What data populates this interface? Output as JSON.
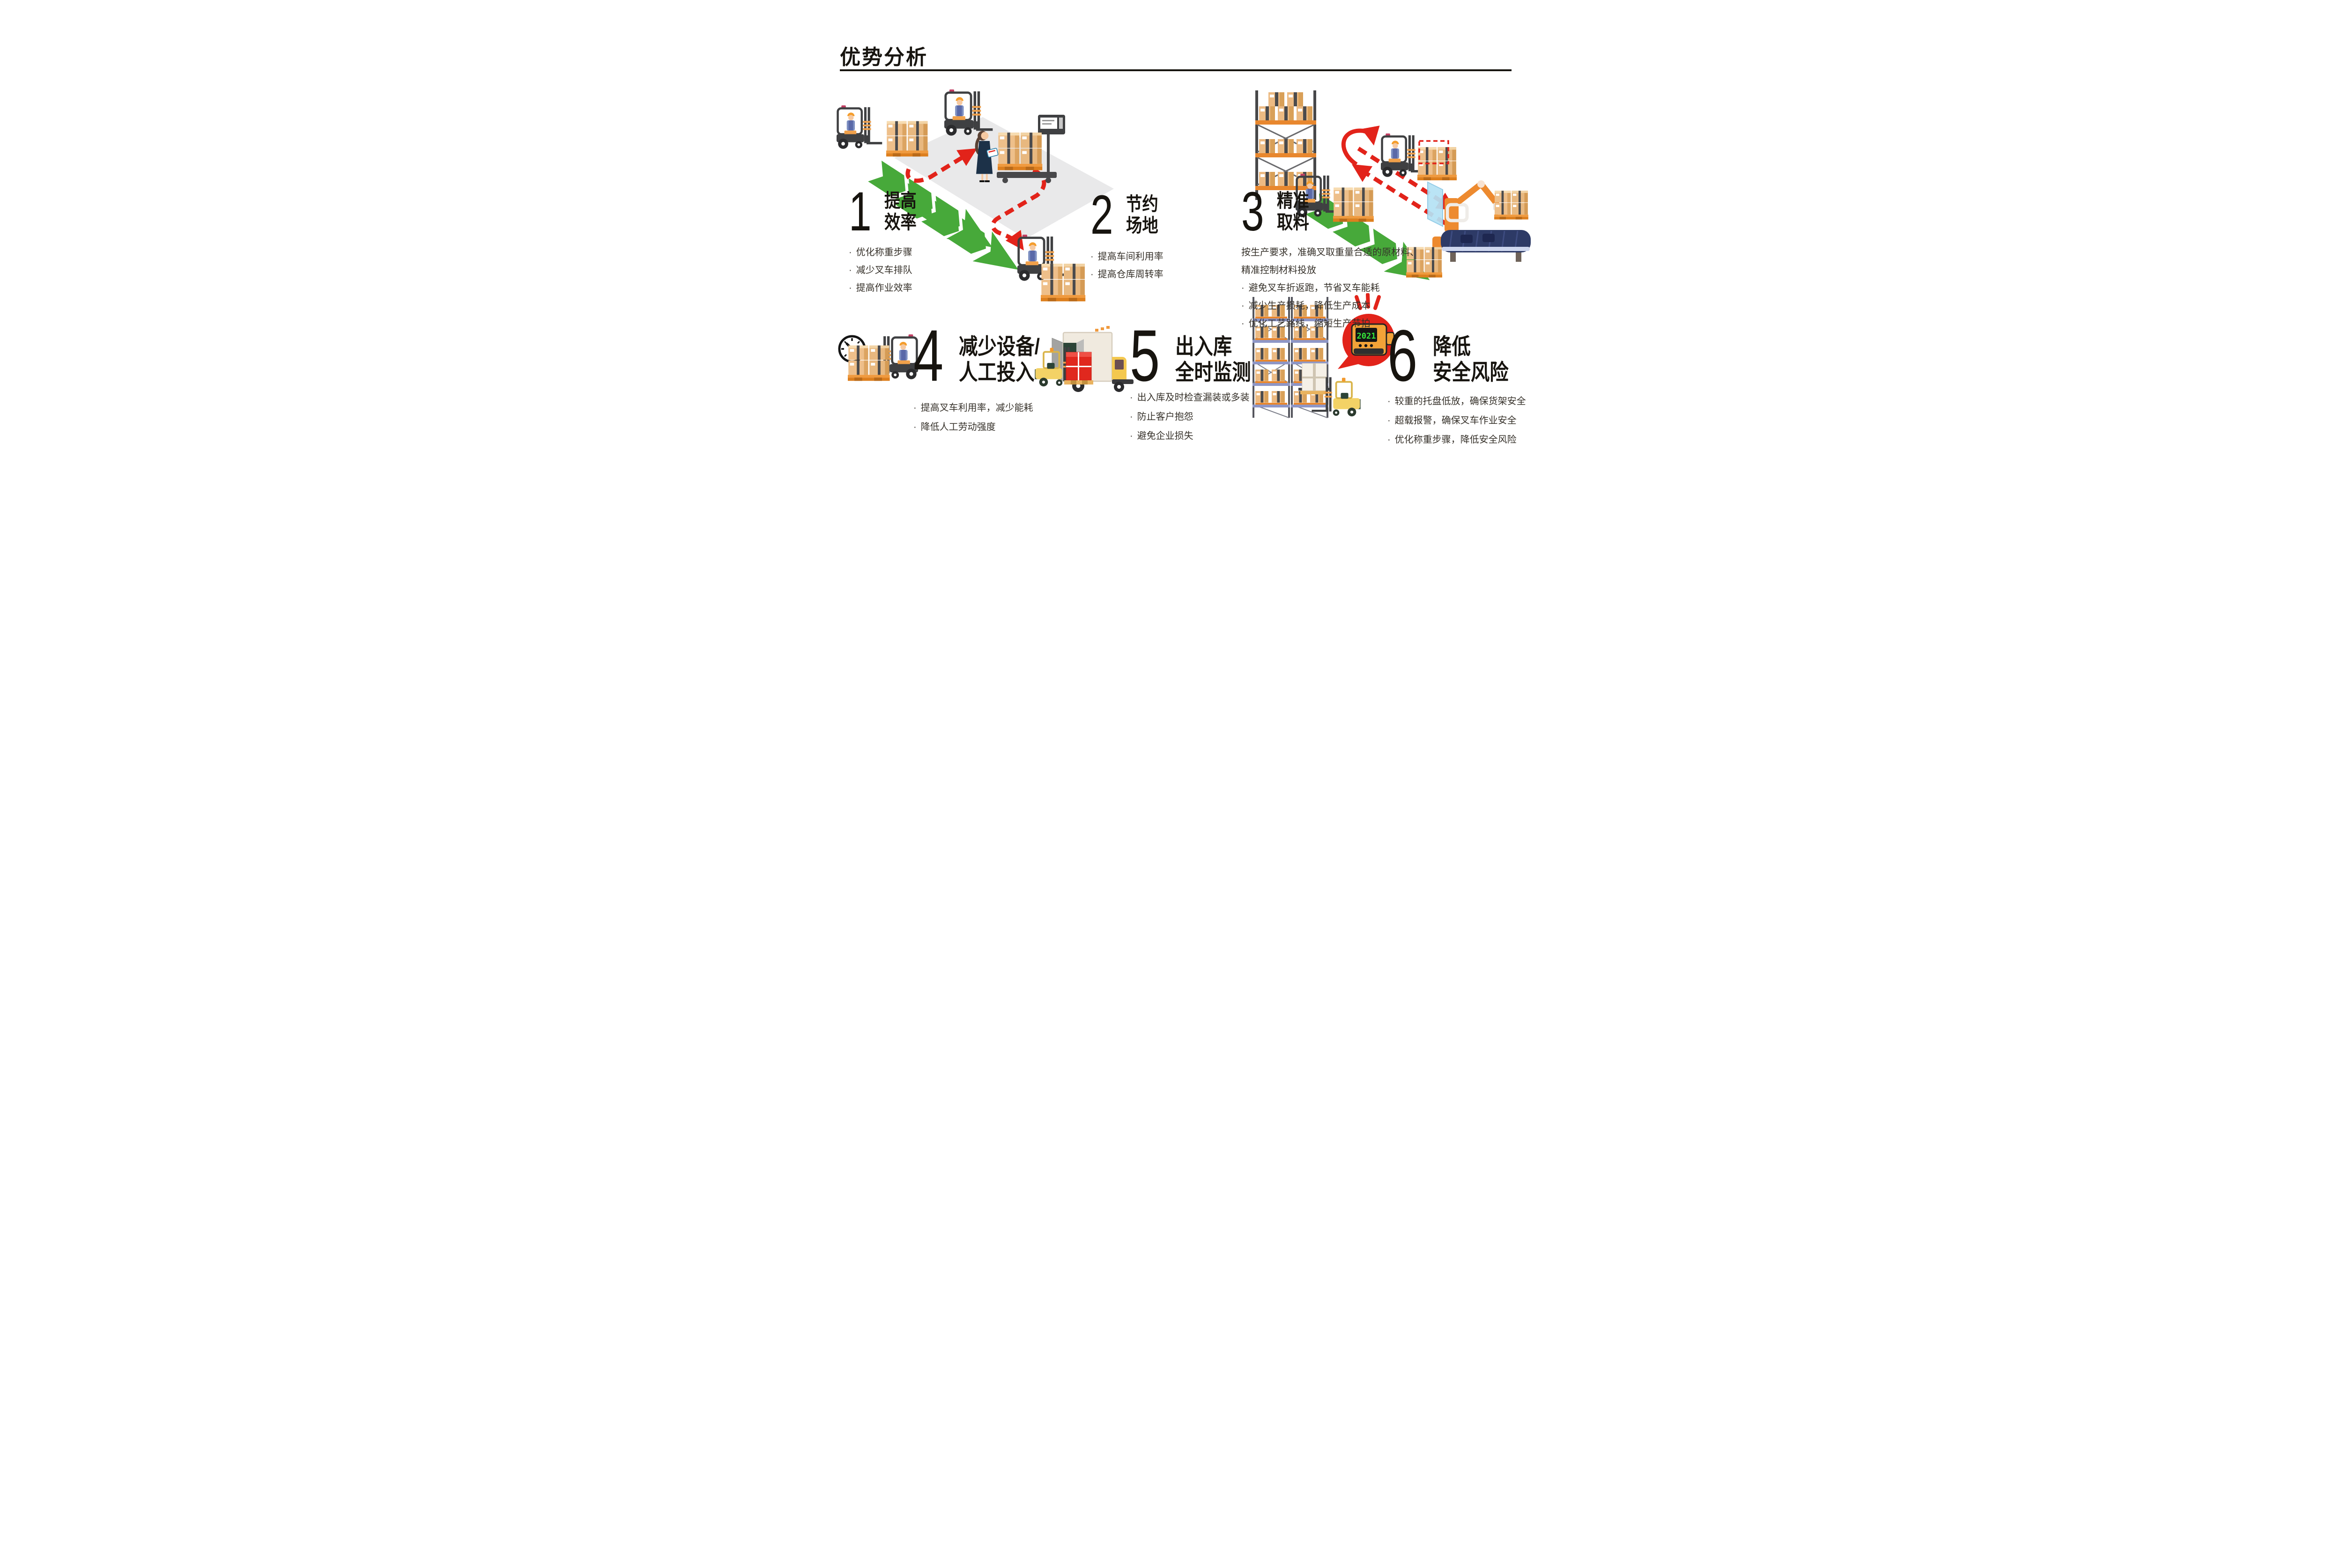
{
  "page": {
    "title": "优势分析"
  },
  "ui": {
    "bullet_marker": "·"
  },
  "badge": {
    "indicator_value": "2021"
  },
  "colors": {
    "accent_green": "#47a93a",
    "accent_red": "#e2231a",
    "rack_orange": "#e8872e",
    "rack_blue": "#8e96c6",
    "floor_gray": "#e9e9ea",
    "text_black": "#17140f"
  },
  "sections": [
    {
      "number": "1",
      "title_lines": [
        "提高",
        "效率"
      ],
      "bullets": [
        "优化称重步骤",
        "减少叉车排队",
        "提高作业效率"
      ]
    },
    {
      "number": "2",
      "title_lines": [
        "节约",
        "场地"
      ],
      "bullets": [
        "提高车间利用率",
        "提高仓库周转率"
      ]
    },
    {
      "number": "3",
      "title_lines": [
        "精准",
        "取料"
      ],
      "intro_lines": [
        "按生产要求，准确叉取重量合适的原材料、",
        "精准控制材料投放"
      ],
      "bullets": [
        "避免叉车折返跑，节省叉车能耗",
        "减少生产损耗，降低生产成本",
        "优化工艺路线，缩短生产节拍"
      ]
    },
    {
      "number": "4",
      "title_lines": [
        "减少设备/",
        "人工投入"
      ],
      "bullets": [
        "提高叉车利用率，减少能耗",
        "降低人工劳动强度"
      ]
    },
    {
      "number": "5",
      "title_lines": [
        "出入库",
        "全时监测"
      ],
      "bullets": [
        "出入库及时检查漏装或多装",
        "防止客户抱怨",
        "避免企业损失"
      ]
    },
    {
      "number": "6",
      "title_lines": [
        "降低",
        "安全风险"
      ],
      "bullets": [
        "较重的托盘低放，确保货架安全",
        "超载报警，确保叉车作业安全",
        "优化称重步骤，降低安全风险"
      ]
    }
  ]
}
